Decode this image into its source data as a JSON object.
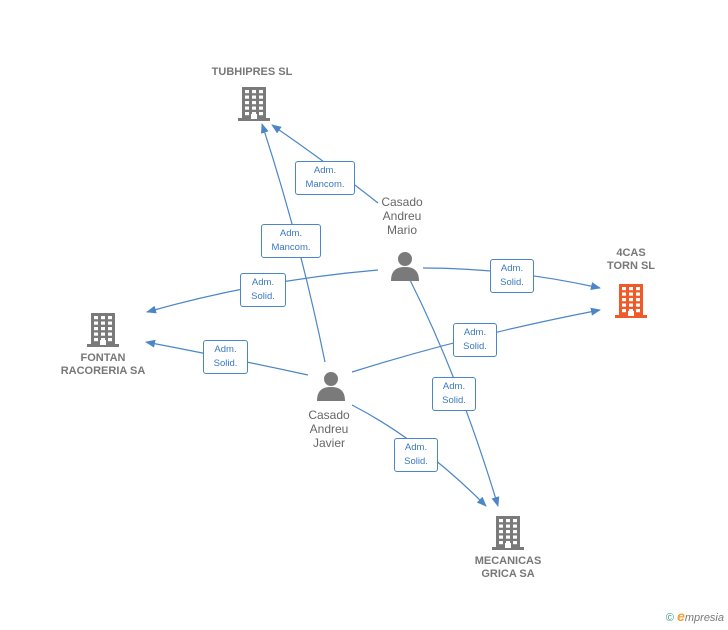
{
  "colors": {
    "edge": "#4a86c8",
    "node": "#7a7a7a",
    "highlight": "#f05a28",
    "label_border": "#4a86c8"
  },
  "nodes": {
    "tubhipres": {
      "lines": [
        "TUBHIPRES SL"
      ],
      "icon": "building-icon"
    },
    "cas4": {
      "lines": [
        "4CAS",
        "TORN SL"
      ],
      "icon": "building-icon"
    },
    "fontan": {
      "lines": [
        "FONTAN",
        "RACORERIA SA"
      ],
      "icon": "building-icon"
    },
    "mecanicas": {
      "lines": [
        "MECANICAS",
        "GRICA SA"
      ],
      "icon": "building-icon"
    },
    "mario": {
      "lines": [
        "Casado",
        "Andreu",
        "Mario"
      ],
      "icon": "person-icon"
    },
    "javier": {
      "lines": [
        "Casado",
        "Andreu",
        "Javier"
      ],
      "icon": "person-icon"
    }
  },
  "edges": [
    {
      "from": "mario",
      "to": "tubhipres",
      "label": [
        "Adm.",
        "Mancom."
      ]
    },
    {
      "from": "javier",
      "to": "tubhipres",
      "label": [
        "Adm.",
        "Mancom."
      ]
    },
    {
      "from": "mario",
      "to": "fontan",
      "label": [
        "Adm.",
        "Solid."
      ]
    },
    {
      "from": "mario",
      "to": "cas4",
      "label": [
        "Adm.",
        "Solid."
      ]
    },
    {
      "from": "javier",
      "to": "cas4",
      "label": [
        "Adm.",
        "Solid."
      ]
    },
    {
      "from": "javier",
      "to": "fontan",
      "label": [
        "Adm.",
        "Solid."
      ]
    },
    {
      "from": "mario",
      "to": "mecanicas",
      "label": [
        "Adm.",
        "Solid."
      ]
    },
    {
      "from": "javier",
      "to": "mecanicas",
      "label": [
        "Adm.",
        "Solid."
      ]
    }
  ],
  "footer": {
    "copyright": "©",
    "brand_initial": "e",
    "brand_rest": "mpresia"
  }
}
